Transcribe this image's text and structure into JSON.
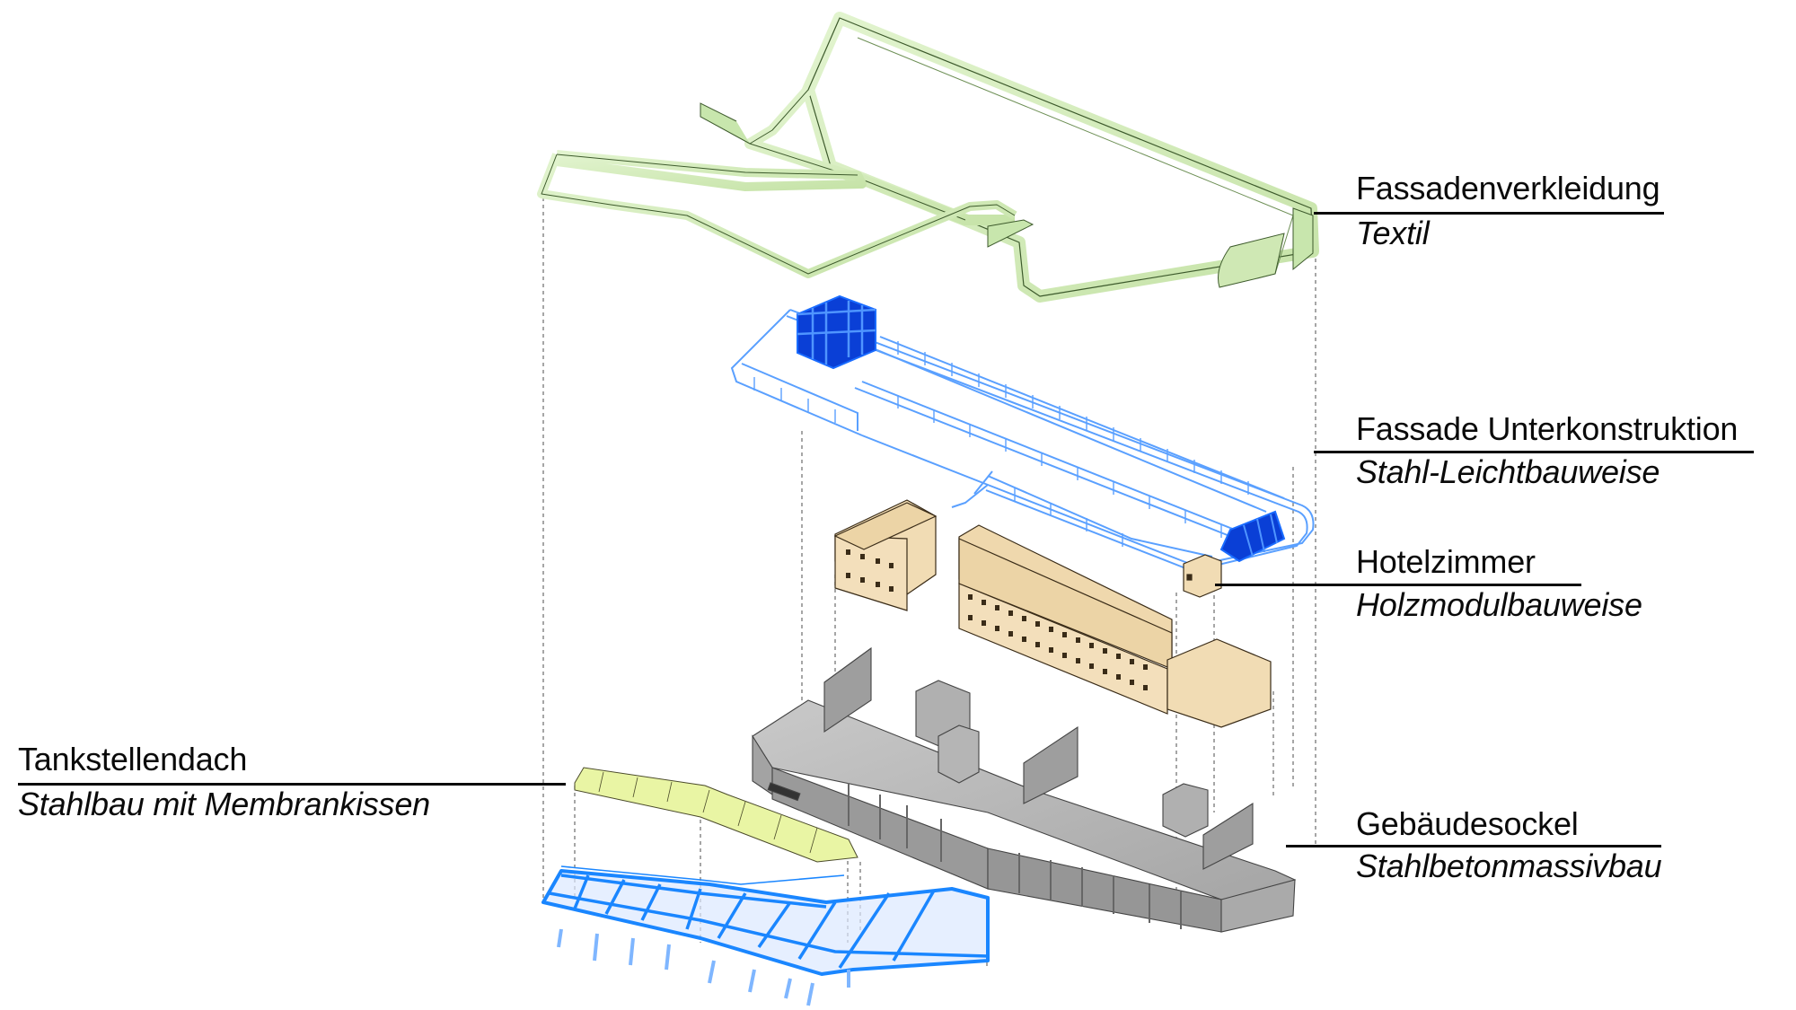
{
  "diagram": {
    "type": "exploded-axonometric",
    "colors": {
      "cladding": "#d8efc0",
      "cladding_shade": "#b9d99c",
      "substructure": "#5aa0ff",
      "substructure_dense": "#0a3fd6",
      "modules": "#f1dcb4",
      "modules_shade": "#d9c29a",
      "base": "#b8b8b8",
      "base_dark": "#8c8c8c",
      "membrane": "#e9f5a4",
      "roof_steel": "#1a86ff",
      "roof_glass": "#dbe8ff",
      "guide_line": "#777777"
    },
    "layers": [
      {
        "id": "cladding",
        "title": "Fassadenverkleidung",
        "subtitle": "Textil"
      },
      {
        "id": "substructure",
        "title": "Fassade Unterkonstruktion",
        "subtitle": "Stahl-Leichtbauweise"
      },
      {
        "id": "modules",
        "title": "Hotelzimmer",
        "subtitle": "Holzmodulbauweise"
      },
      {
        "id": "base",
        "title": "Gebäudesockel",
        "subtitle": "Stahlbetonmassivbau"
      },
      {
        "id": "canopy",
        "title": "Tankstellendach",
        "subtitle": "Stahlbau mit Membrankissen"
      }
    ]
  }
}
